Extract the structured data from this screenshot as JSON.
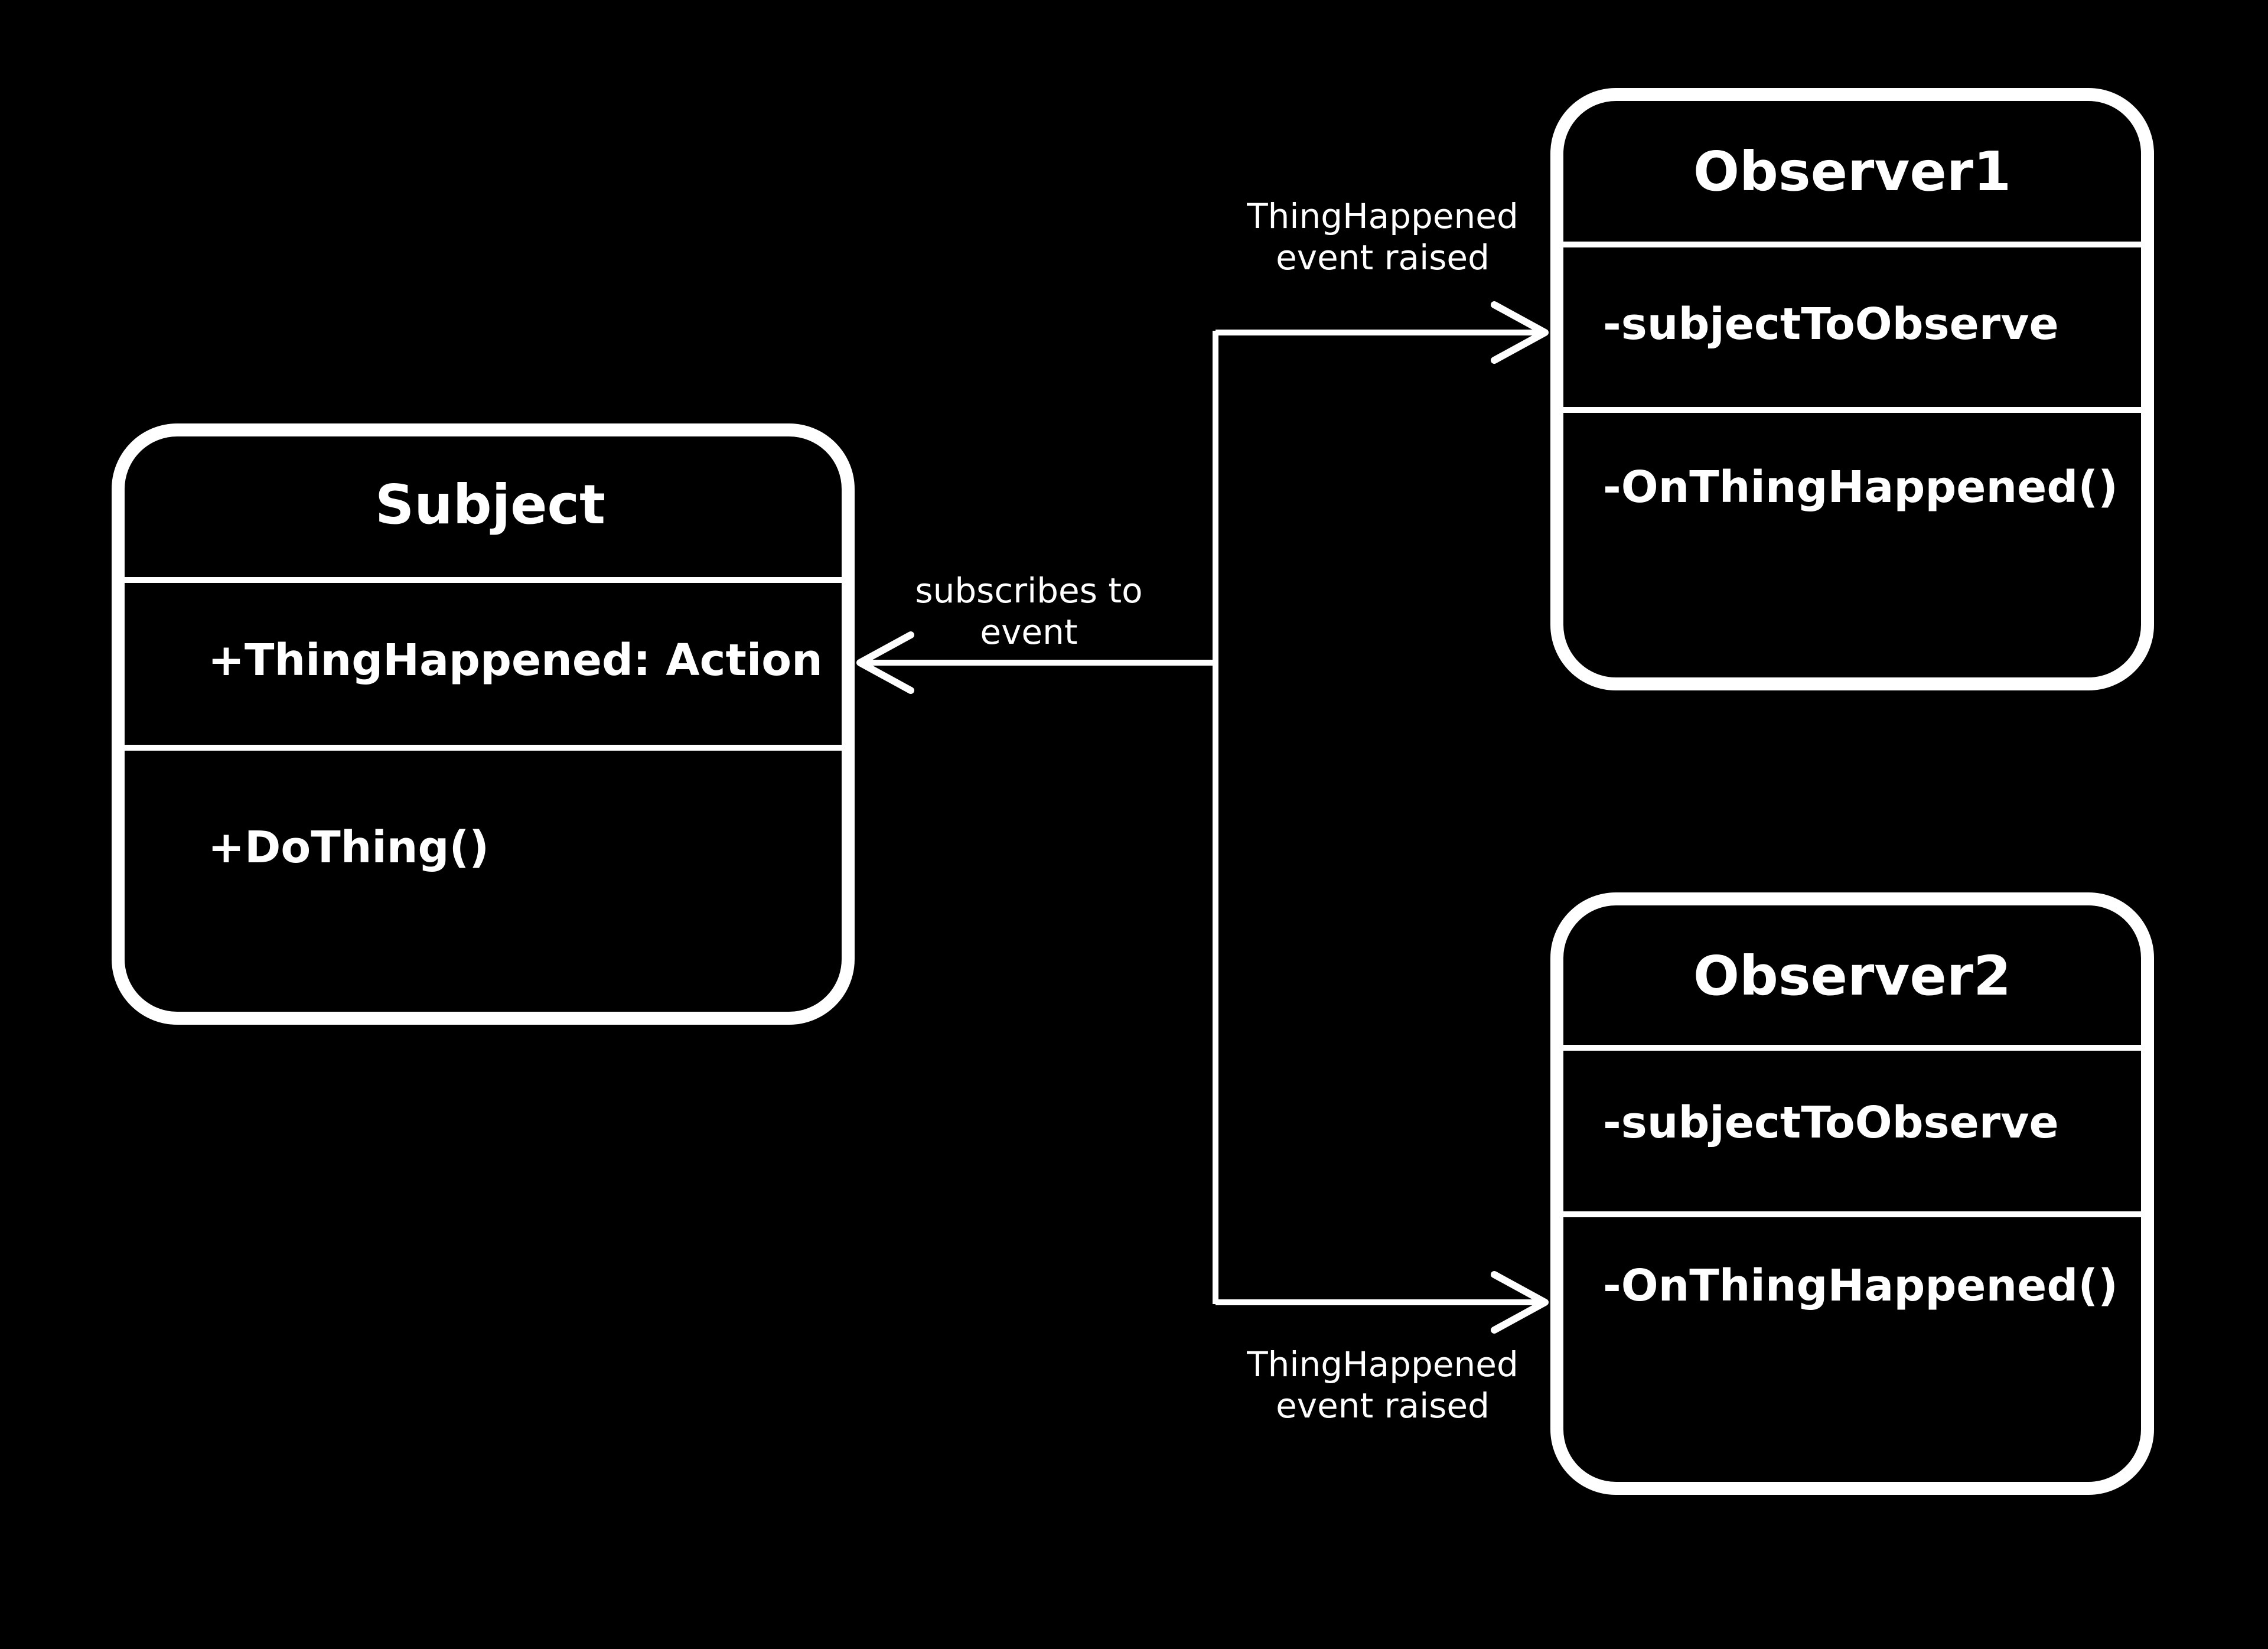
{
  "colors": {
    "background": "#000000",
    "foreground": "#ffffff"
  },
  "classes": {
    "subject": {
      "title": "Subject",
      "attributes": [
        "+ThingHappened: Action"
      ],
      "methods": [
        "+DoThing()"
      ]
    },
    "observer1": {
      "title": "Observer1",
      "attributes": [
        "-subjectToObserve"
      ],
      "methods": [
        "-OnThingHappened()"
      ]
    },
    "observer2": {
      "title": "Observer2",
      "attributes": [
        "-subjectToObserve"
      ],
      "methods": [
        "-OnThingHappened()"
      ]
    }
  },
  "edges": {
    "subscribe": {
      "label_lines": [
        "subscribes to",
        "event"
      ]
    },
    "raised1": {
      "label_lines": [
        "ThingHappened",
        "event raised"
      ]
    },
    "raised2": {
      "label_lines": [
        "ThingHappened",
        "event raised"
      ]
    }
  }
}
